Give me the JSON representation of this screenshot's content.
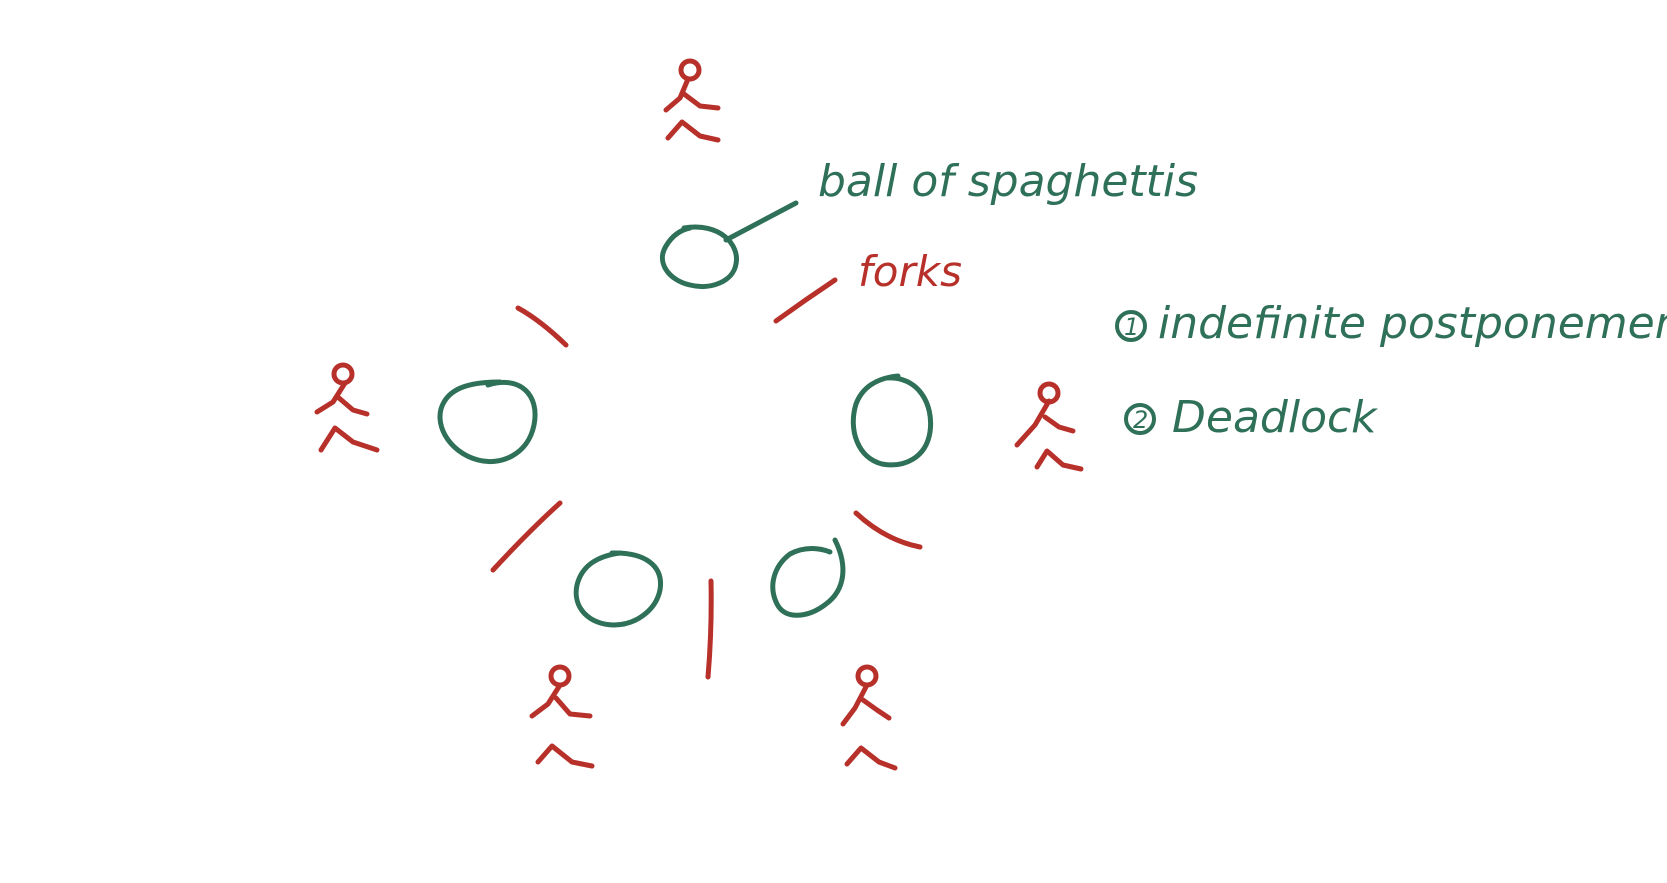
{
  "labels": {
    "spaghetti": "ball of spaghettis",
    "forks": "forks",
    "note1_marker": "1",
    "note1": "indefinite postponement",
    "note2_marker": "2",
    "note2": "Deadlock"
  },
  "colors": {
    "philosopher_ink": "#b8302a",
    "spaghetti_ink": "#2f7058",
    "background": "#ffffff"
  }
}
